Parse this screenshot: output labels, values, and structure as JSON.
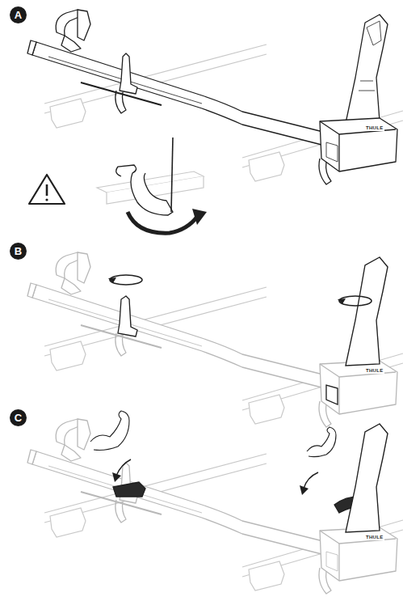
{
  "diagram": {
    "nodes": [
      {
        "text": [
          "A"
        ]
      },
      {
        "text": [
          "B"
        ]
      },
      {
        "text": [
          "C"
        ]
      }
    ],
    "labels": [
      "THULE",
      "THULE",
      "THULE"
    ]
  }
}
